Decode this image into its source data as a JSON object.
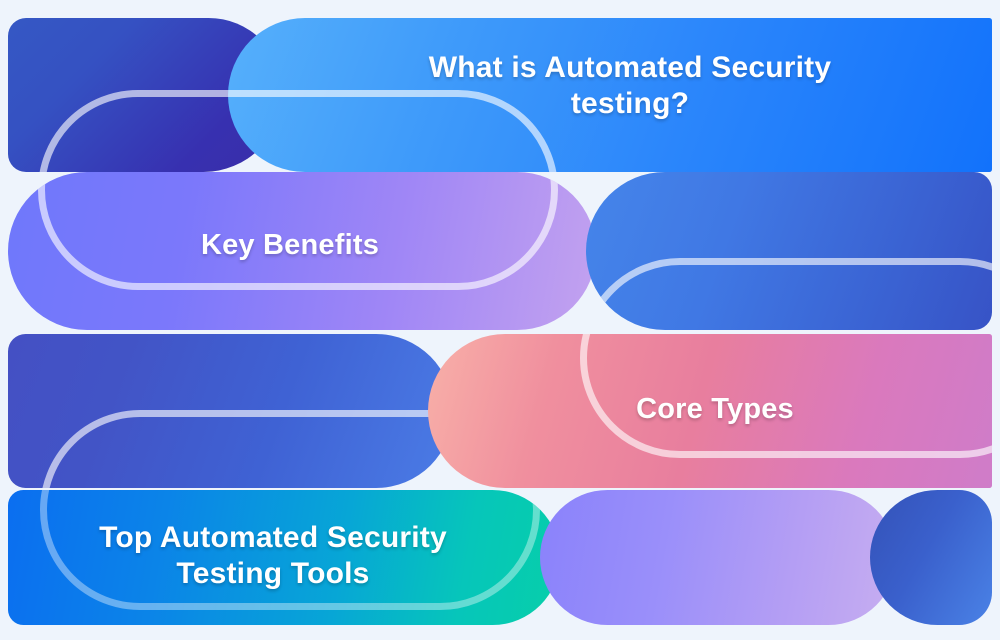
{
  "background": "#eef4fc",
  "title": "What is Automated Security testing?",
  "sections": [
    {
      "id": "what-is",
      "label": "What is Automated Security\ntesting?",
      "accent": "#1272fb"
    },
    {
      "id": "key-benefits",
      "label": "Key Benefits",
      "accent": "#7b78fb"
    },
    {
      "id": "core-types",
      "label": "Core Types",
      "accent": "#e87e9e"
    },
    {
      "id": "top-tools",
      "label": "Top Automated Security\nTesting Tools",
      "accent": "#07c6ba"
    }
  ],
  "decor": {
    "dark_blue_block": "#3730b0",
    "mid_blue_block": "#3f62d4",
    "steel_blue_block": "#3a62d2",
    "purple_pill": "#b49ef4",
    "outline_stroke": "rgba(255,255,255,0.62)"
  }
}
